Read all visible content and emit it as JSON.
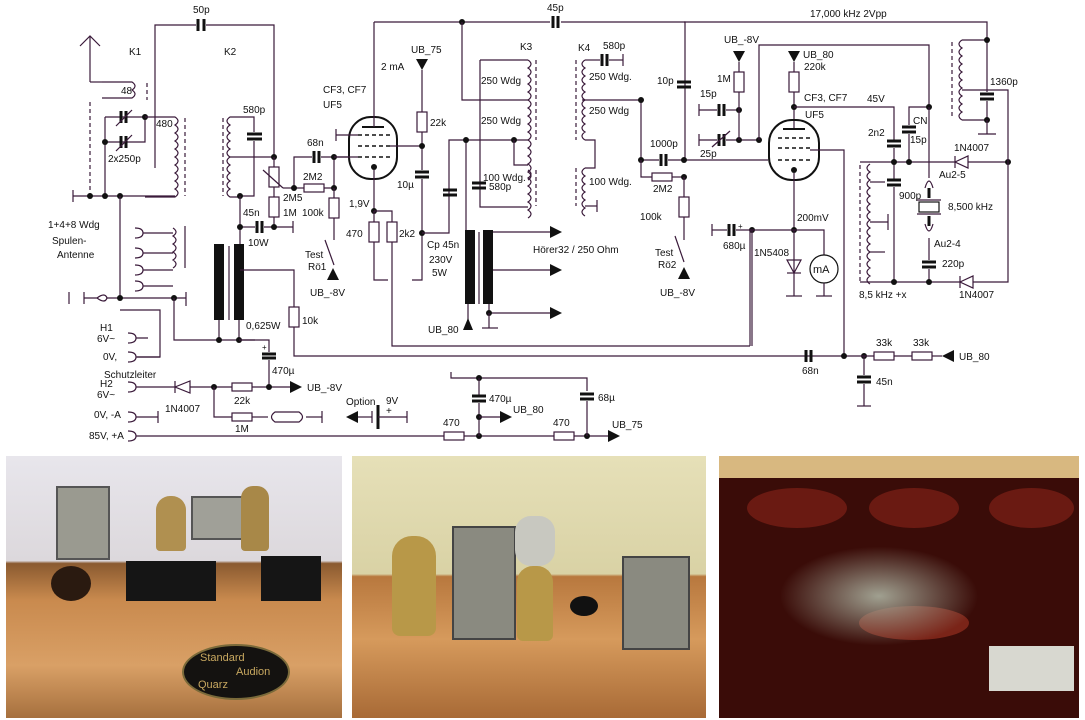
{
  "schematic": {
    "title": "Standard Audion Quarz receiver schematic",
    "coil_labels": {
      "k1": "K1",
      "k2": "K2",
      "k3": "K3",
      "k4": "K4"
    },
    "antenna": {
      "coil_turns": "48",
      "main_coil": "480",
      "tuning_cap": "2x250p",
      "loop_label_1": "1+4+8 Wdg",
      "loop_label_2": "Spulen-",
      "loop_label_3": "Antenne"
    },
    "coupling": {
      "top_cap": "50p",
      "k2_cap": "580p",
      "grid_cap": "68n",
      "pot": "2M5",
      "res_1m": "1M",
      "grid_res": "2M2",
      "grid_leak": "100k",
      "bypass": "45n"
    },
    "tube1": {
      "type_1": "CF3, CF7",
      "type_2": "UF5",
      "current": "2 mA",
      "supply": "UB_75",
      "screen_res": "22k",
      "screen_cap": "10µ",
      "cathode_v": "1,9V",
      "cathode_res_1": "470",
      "cathode_res_2": "2k2",
      "test_1": "Test",
      "test_2": "Rö1",
      "test_supply": "UB_-8V"
    },
    "output_tx": {
      "cp": "Cp 45n",
      "volt": "230V",
      "watt": "5W",
      "phones": "Hörer32 / 250 Ohm",
      "supply": "UB_80"
    },
    "heater_tx": {
      "rating_1": "10W",
      "rating_2": "0,625W",
      "res": "10k",
      "cap": "470µ"
    },
    "k3": {
      "w1": "250 Wdg",
      "w2": "250 Wdg",
      "w3": "100 Wdg.",
      "cap": "580p"
    },
    "k4": {
      "cap": "580p",
      "w1": "250 Wdg.",
      "w2": "250 Wdg",
      "w3": "100 Wdg."
    },
    "top_cap": "45p",
    "osc_line": "17,000 kHz  2Vpp",
    "tube2": {
      "grid_cap_10p": "10p",
      "cap_1000p": "1000p",
      "grid_res": "2M2",
      "grid_leak": "100k",
      "cap_15p": "15p",
      "cap_25p": "25p",
      "res_1m": "1M",
      "neg_supply": "UB_-8V",
      "supply": "UB_80",
      "plate_res": "220k",
      "type_1": "CF3, CF7",
      "type_2": "UF5",
      "cathode_v": "200mV",
      "cap_680": "680µ",
      "diode": "1N5408",
      "meter": "mA",
      "test_1": "Test",
      "test_2": "Rö2",
      "test_supply": "UB_-8V"
    },
    "quartz": {
      "plate_v": "45V",
      "cap_2n2": "2n2",
      "cn": "CN",
      "cn_val": "15p",
      "diode_top": "1N4007",
      "au25": "Au2-5",
      "cap_900p": "900p",
      "crystal": "8,500 kHz",
      "au24": "Au2-4",
      "cap_220p": "220p",
      "diode_bottom": "1N4007",
      "freq_out": "8,5 kHz +x",
      "cap_1360p": "1360p"
    },
    "filter": {
      "cap_68n": "68n",
      "res_33k_1": "33k",
      "res_33k_2": "33k",
      "cap_45n": "45n",
      "supply": "UB_80"
    },
    "power": {
      "h1": "H1",
      "h1_v": "6V~",
      "zero": "0V,",
      "schutz": "Schutzleiter",
      "h2": "H2",
      "h2_v": "6V~",
      "diode": "1N4007",
      "res_22k": "22k",
      "res_1m": "1M",
      "neg": "UB_-8V",
      "zero_a": "0V, -A",
      "plus_a": "85V, +A",
      "option": "Option",
      "batt": "9V",
      "res_470_1": "470",
      "cap_470u": "470µ",
      "ub80": "UB_80",
      "res_470_2": "470",
      "cap_68u": "68µ",
      "ub75": "UB_75"
    }
  },
  "photos": {
    "front": {
      "plaque_line_1": "Standard",
      "plaque_line_2": "Audion",
      "plaque_line_3": "Quarz"
    }
  }
}
